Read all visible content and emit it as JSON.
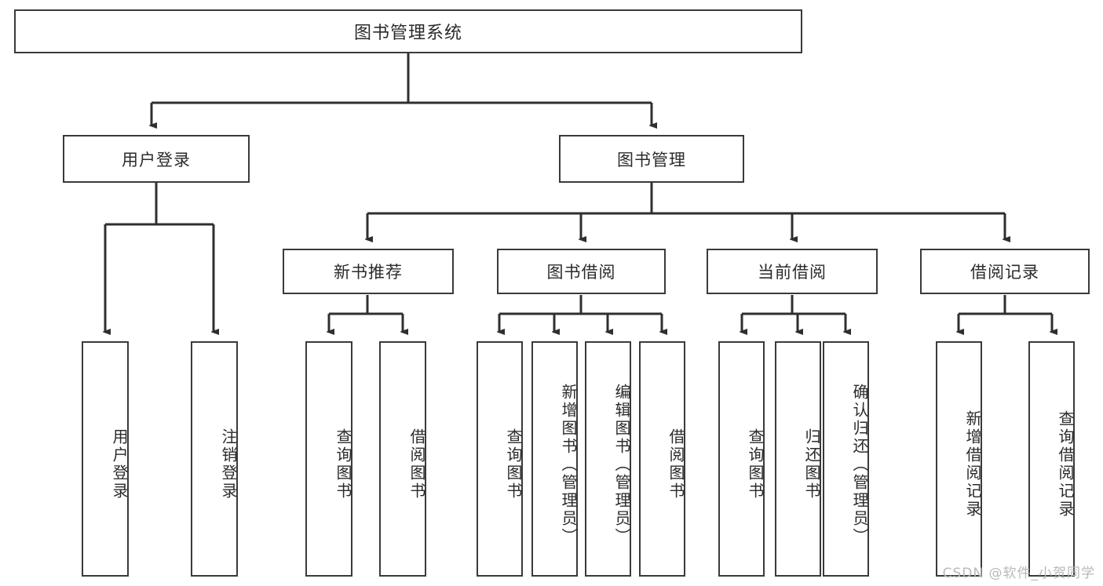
{
  "diagram": {
    "type": "tree",
    "title": "图书管理系统",
    "root": "图书管理系统",
    "level1": [
      {
        "label": "用户登录"
      },
      {
        "label": "图书管理"
      }
    ],
    "level2": [
      {
        "label": "新书推荐",
        "parent": "图书管理"
      },
      {
        "label": "图书借阅",
        "parent": "图书管理"
      },
      {
        "label": "当前借阅",
        "parent": "图书管理"
      },
      {
        "label": "借阅记录",
        "parent": "图书管理"
      }
    ],
    "leaves": {
      "user_login": [
        {
          "label": "用户登录"
        },
        {
          "label": "注销登录"
        }
      ],
      "new_book_rec": [
        {
          "label": "查询图书"
        },
        {
          "label": "借阅图书"
        }
      ],
      "book_borrow": [
        {
          "label": "查询图书"
        },
        {
          "label": "新增图书（管理员）"
        },
        {
          "label": "编辑图书（管理员）"
        },
        {
          "label": "借阅图书"
        }
      ],
      "current_borrow": [
        {
          "label": "查询图书"
        },
        {
          "label": "归还图书"
        },
        {
          "label": "确认归还（管理员）"
        }
      ],
      "borrow_record": [
        {
          "label": "新增借阅记录"
        },
        {
          "label": "查询借阅记录"
        }
      ]
    }
  },
  "watermark": "CSDN @软件_小贺同学",
  "colors": {
    "border": "#3a3a3a",
    "text": "#2b2b2b",
    "background": "#ffffff",
    "watermark": "#b9b9b9"
  }
}
